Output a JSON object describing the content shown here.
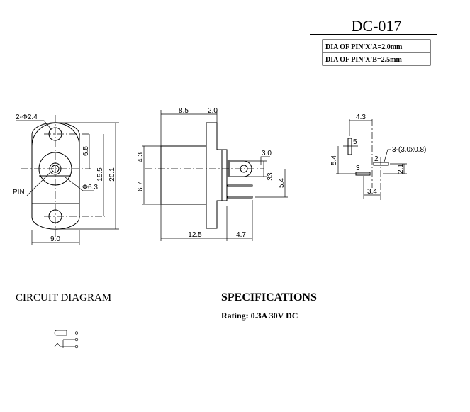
{
  "title": "DC-017",
  "pin_table": [
    "DIA OF PIN'X'A=2.0mm",
    "DIA OF PIN'X'B=2.5mm"
  ],
  "front_view": {
    "hole_label": "2-Φ2.4",
    "dia_label": "Φ6.3",
    "pin_label": "PIN",
    "dim_65": "6.5",
    "dim_155": "15.5",
    "dim_201": "20.1",
    "dim_90": "9.0"
  },
  "side_view": {
    "dim_85": "8.5",
    "dim_20": "2.0",
    "dim_43": "4.3",
    "dim_67": "6.7",
    "dim_30": "3.0",
    "dim_33": "33",
    "dim_54": "5.4",
    "dim_125": "12.5",
    "dim_47": "4.7"
  },
  "pin_view": {
    "dim_43": "4.3",
    "dim_54": "5.4",
    "pin5": "5",
    "pin2": "2",
    "pin3": "3",
    "pin_size": "3-(3.0x0.8)",
    "dim_21": "2.1",
    "dim_34": "3.4"
  },
  "circuit_heading": "CIRCUIT DIAGRAM",
  "spec_heading": "SPECIFICATIONS",
  "rating": "Rating: 0.3A 30V DC"
}
